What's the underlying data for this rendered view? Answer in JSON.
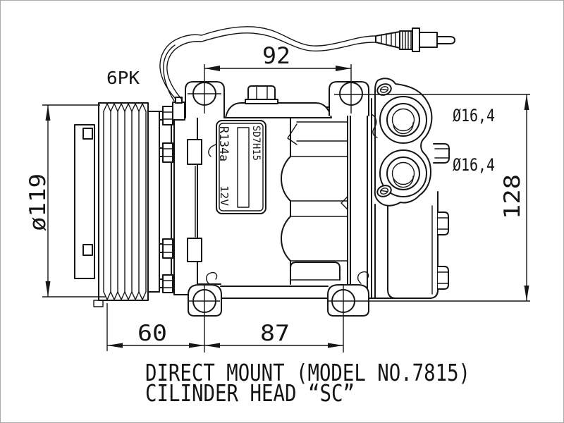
{
  "diagram": {
    "belt_label": "6PK",
    "dimensions": {
      "top_span": "92",
      "pulley_diameter": "ø119",
      "port_top_diameter": "Ø16,4",
      "port_bottom_diameter": "Ø16,4",
      "mount_height": "128",
      "pulley_offset": "60",
      "mount_span": "87"
    },
    "nameplate": {
      "model": "SD7H15",
      "refrigerant": "R134a",
      "voltage": "12V"
    },
    "captions": {
      "line1": "DIRECT MOUNT (MODEL NO.7815)",
      "line2": "CILINDER HEAD “SC”"
    },
    "colors": {
      "line": "#161616",
      "background": "#ffffff",
      "frame": "#aaaaaa"
    }
  }
}
